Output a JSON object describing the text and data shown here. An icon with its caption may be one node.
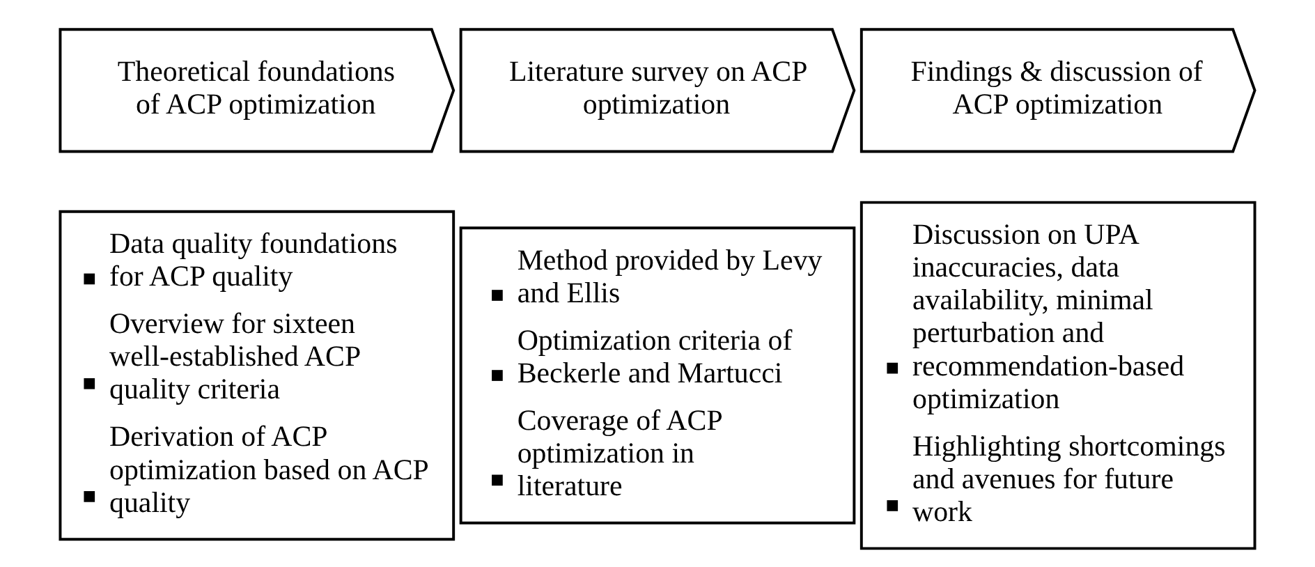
{
  "diagram": {
    "nodes": [
      {
        "text": [
          "Theoretical foundations of ACP optimization"
        ]
      },
      {
        "text": [
          "Literature survey on ACP optimization"
        ]
      },
      {
        "text": [
          "Findings & discussion of ACP optimization"
        ]
      },
      {
        "text": [
          "Data quality foundations for ACP quality",
          "Overview for sixteen well-established ACP quality criteria",
          "Derivation of ACP optimization based on ACP quality"
        ]
      },
      {
        "text": [
          "Method provided by Levy and Ellis",
          "Optimization criteria of Beckerle and Martucci",
          "Coverage of ACP optimization in literature"
        ]
      },
      {
        "text": [
          "Discussion on UPA inaccuracies, data availability, minimal perturbation and recommendation-based optimization",
          "Highlighting shortcomings and avenues for future work"
        ]
      }
    ]
  }
}
